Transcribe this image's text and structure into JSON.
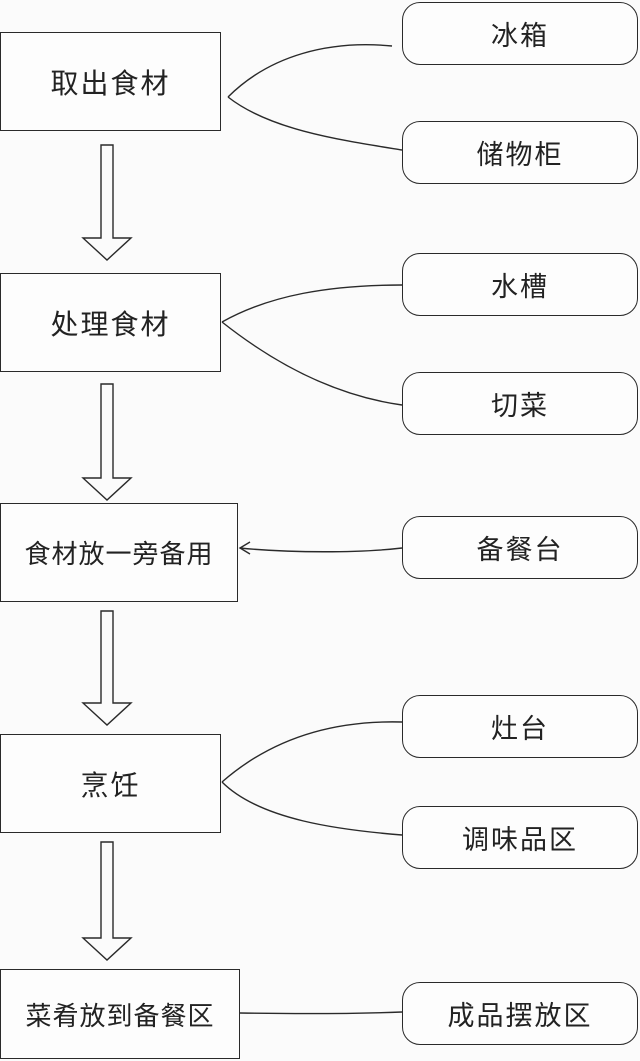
{
  "steps": [
    {
      "label": "取出食材"
    },
    {
      "label": "处理食材"
    },
    {
      "label": "食材放一旁备用"
    },
    {
      "label": "烹饪"
    },
    {
      "label": "菜肴放到备餐区"
    }
  ],
  "locations": [
    {
      "label": "冰箱"
    },
    {
      "label": "储物柜"
    },
    {
      "label": "水槽"
    },
    {
      "label": "切菜"
    },
    {
      "label": "备餐台"
    },
    {
      "label": "灶台"
    },
    {
      "label": "调味品区"
    },
    {
      "label": "成品摆放区"
    }
  ]
}
